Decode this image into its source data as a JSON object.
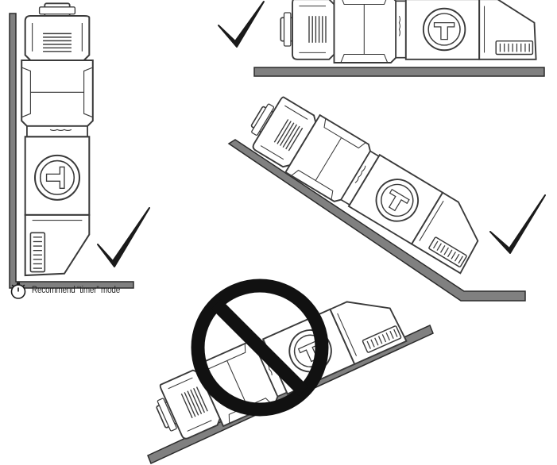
{
  "caption": {
    "text": "Recommend “timer” mode",
    "icon": "stopwatch-icon"
  },
  "colors": {
    "ink": "#1a1a1a",
    "ground": "#808080",
    "ground_stroke": "#2a2a2a",
    "line_art": "#3a3a3a"
  },
  "orientations": [
    {
      "id": "vertical-against-wall",
      "status": "allowed",
      "icon": "checkmark-icon"
    },
    {
      "id": "horizontal-on-floor",
      "status": "allowed",
      "icon": "checkmark-icon"
    },
    {
      "id": "tilted-down-slope",
      "status": "allowed",
      "icon": "checkmark-icon"
    },
    {
      "id": "tilted-up-slope",
      "status": "not-allowed",
      "icon": "prohibited-icon"
    }
  ]
}
